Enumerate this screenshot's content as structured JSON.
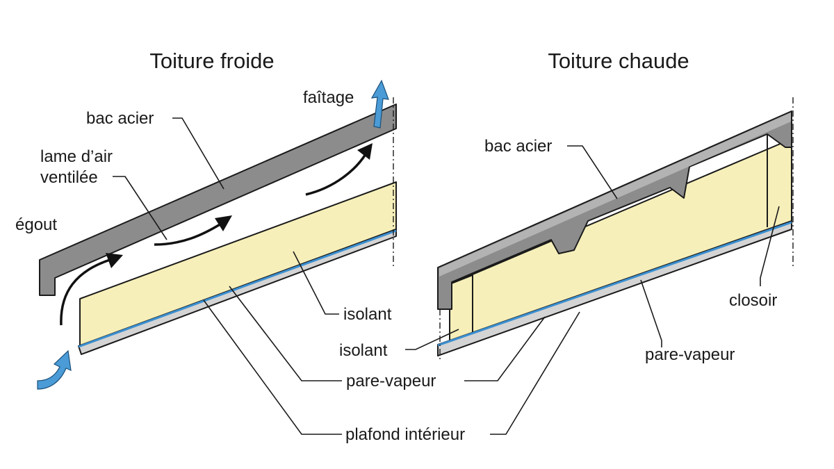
{
  "cold_roof": {
    "title": "Toiture froide",
    "labels": {
      "faitage": "faîtage",
      "bac_acier": "bac acier",
      "lame_air_line1": "lame d’air",
      "lame_air_line2": "ventilée",
      "egout": "égout",
      "isolant": "isolant"
    }
  },
  "warm_roof": {
    "title": "Toiture chaude",
    "labels": {
      "bac_acier": "bac acier",
      "closoir": "closoir",
      "isolant": "isolant",
      "pare_vapeur": "pare-vapeur"
    }
  },
  "shared_labels": {
    "pare_vapeur": "pare-vapeur",
    "plafond_interieur": "plafond intérieur"
  },
  "colors": {
    "steel": "#8c8c8c",
    "insulation": "#f6efb9",
    "vapour_barrier": "#3b8fd0",
    "ceiling": "#d4d4d4",
    "air_arrow": "#4a9bd6",
    "air_flow": "#111111"
  }
}
